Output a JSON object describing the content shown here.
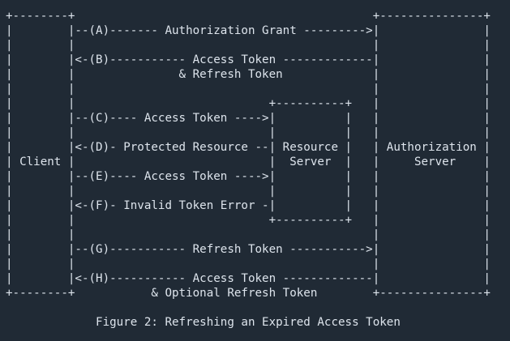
{
  "colors": {
    "background": "#202a35",
    "text": "#dde4ec"
  },
  "figure": {
    "caption": "Figure 2: Refreshing an Expired Access Token",
    "entities": [
      "Client",
      "Resource Server",
      "Authorization Server"
    ],
    "messages": [
      {
        "step": "A",
        "from": "Client",
        "to": "Authorization Server",
        "label": "Authorization Grant"
      },
      {
        "step": "B",
        "from": "Authorization Server",
        "to": "Client",
        "label": "Access Token & Refresh Token"
      },
      {
        "step": "C",
        "from": "Client",
        "to": "Resource Server",
        "label": "Access Token"
      },
      {
        "step": "D",
        "from": "Resource Server",
        "to": "Client",
        "label": "Protected Resource"
      },
      {
        "step": "E",
        "from": "Client",
        "to": "Resource Server",
        "label": "Access Token"
      },
      {
        "step": "F",
        "from": "Resource Server",
        "to": "Client",
        "label": "Invalid Token Error"
      },
      {
        "step": "G",
        "from": "Client",
        "to": "Authorization Server",
        "label": "Refresh Token"
      },
      {
        "step": "H",
        "from": "Authorization Server",
        "to": "Client",
        "label": "Access Token & Optional Refresh Token"
      }
    ],
    "ascii_lines": [
      "+--------+                                           +---------------+",
      "|        |--(A)------- Authorization Grant --------->|               |",
      "|        |                                           |               |",
      "|        |<-(B)----------- Access Token -------------|               |",
      "|        |               & Refresh Token             |               |",
      "|        |                                           |               |",
      "|        |                            +----------+   |               |",
      "|        |--(C)---- Access Token ---->|          |   |               |",
      "|        |                            |          |   |               |",
      "|        |<-(D)- Protected Resource --| Resource |   | Authorization |",
      "| Client |                            |  Server  |   |     Server    |",
      "|        |--(E)---- Access Token ---->|          |   |               |",
      "|        |                            |          |   |               |",
      "|        |<-(F)- Invalid Token Error -|          |   |               |",
      "|        |                            +----------+   |               |",
      "|        |                                           |               |",
      "|        |--(G)----------- Refresh Token ----------->|               |",
      "|        |                                           |               |",
      "|        |<-(H)----------- Access Token -------------|               |",
      "+--------+           & Optional Refresh Token        +---------------+"
    ]
  }
}
